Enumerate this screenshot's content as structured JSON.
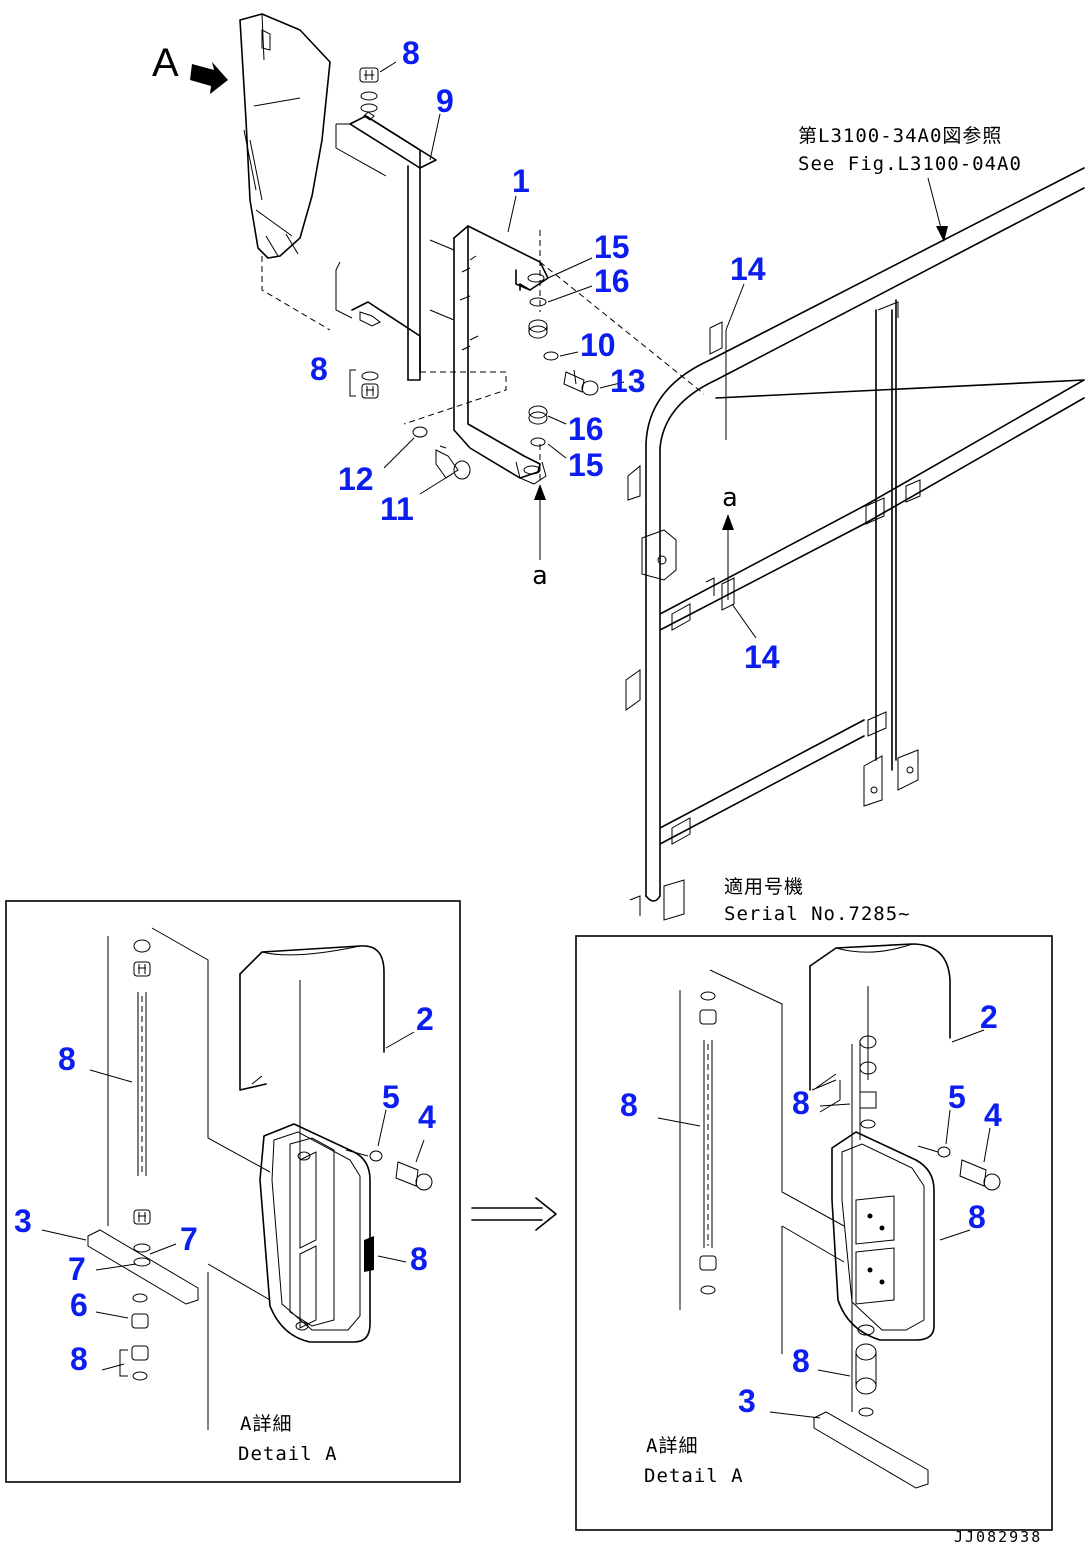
{
  "drawing": {
    "view_letter": "A",
    "reference_jp": "第L3100-34A0図参照",
    "reference_en": "See Fig.L3100-04A0",
    "serial_jp": "適用号機",
    "serial_en": "Serial No.7285~",
    "arrow_a_bottom": "a",
    "arrow_a_right": "a",
    "code": "JJ082938"
  },
  "detail_left": {
    "title_jp": "A詳細",
    "title_en": "Detail A"
  },
  "detail_right": {
    "title_jp": "A詳細",
    "title_en": "Detail A"
  },
  "callouts": {
    "main": [
      "8",
      "9",
      "1",
      "15",
      "16",
      "10",
      "13",
      "8",
      "16",
      "15",
      "12",
      "11",
      "14",
      "14"
    ],
    "left": [
      "8",
      "2",
      "5",
      "4",
      "3",
      "7",
      "7",
      "8",
      "6",
      "8"
    ],
    "right": [
      "2",
      "8",
      "8",
      "5",
      "4",
      "8",
      "8",
      "3"
    ]
  }
}
